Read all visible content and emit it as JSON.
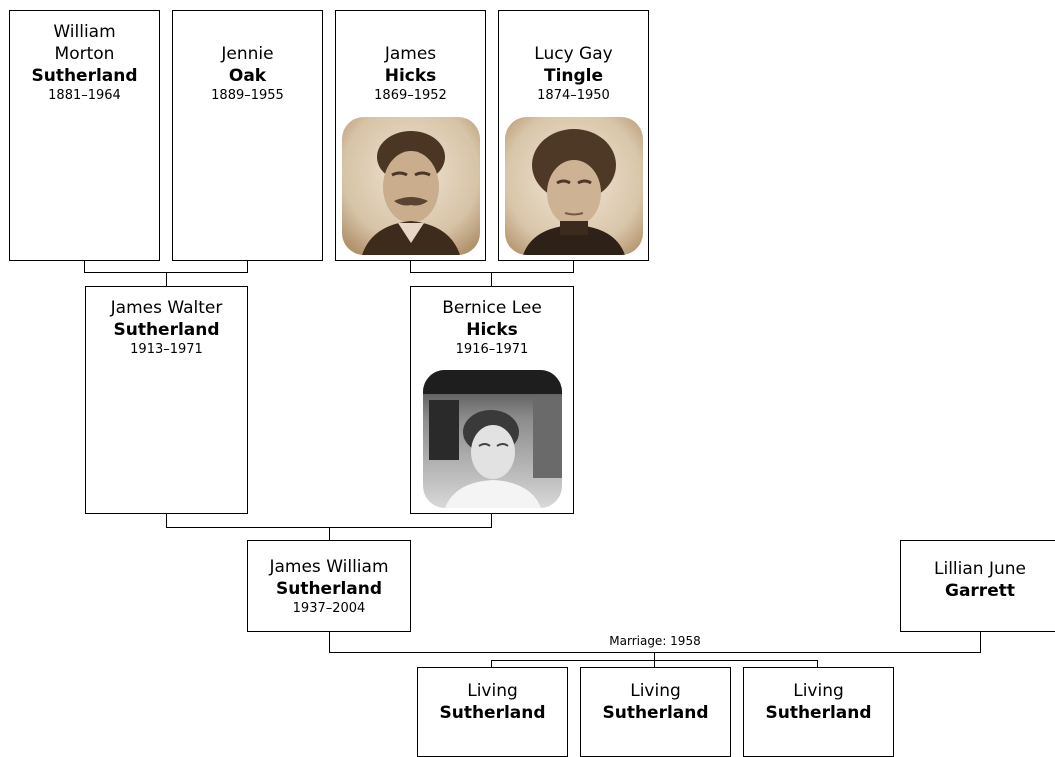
{
  "people": {
    "william": {
      "given": "William",
      "given2": "Morton",
      "surname": "Sutherland",
      "years": "1881–1964"
    },
    "jennie": {
      "given": "Jennie",
      "surname": "Oak",
      "years": "1889–1955"
    },
    "jameshicks": {
      "given": "James",
      "surname": "Hicks",
      "years": "1869–1952"
    },
    "lucy": {
      "given": "Lucy Gay",
      "surname": "Tingle",
      "years": "1874–1950"
    },
    "jameswalter": {
      "given": "James Walter",
      "surname": "Sutherland",
      "years": "1913–1971"
    },
    "bernice": {
      "given": "Bernice Lee",
      "surname": "Hicks",
      "years": "1916–1971"
    },
    "jameswilliam": {
      "given": "James William",
      "surname": "Sutherland",
      "years": "1937–2004"
    },
    "lillian": {
      "given": "Lillian June",
      "surname": "Garrett"
    },
    "child1": {
      "given": "Living",
      "surname": "Sutherland"
    },
    "child2": {
      "given": "Living",
      "surname": "Sutherland"
    },
    "child3": {
      "given": "Living",
      "surname": "Sutherland"
    }
  },
  "marriage": {
    "label": "Marriage: 1958"
  },
  "colors": {
    "sepia_light": "#e9dccb",
    "sepia_mid": "#b79a78",
    "sepia_dark": "#4a3623",
    "gray_photo": "#8c8c8c"
  }
}
